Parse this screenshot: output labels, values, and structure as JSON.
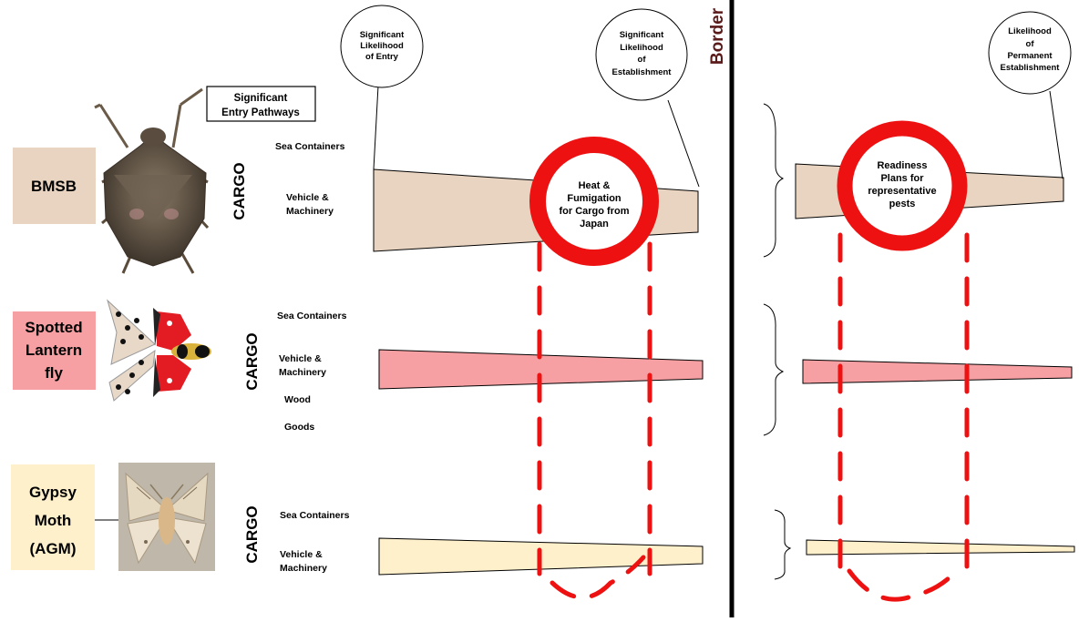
{
  "border_label": "Border",
  "bubbles": {
    "entry": [
      "Significant",
      "Likelihood",
      "of Entry"
    ],
    "establishment": [
      "Significant",
      "Likelihood",
      "of",
      "Establishment"
    ],
    "permanent": [
      "Likelihood",
      "of",
      "Permanent",
      "Establishment"
    ]
  },
  "entry_pathways_box": [
    "Significant",
    "Entry Pathways"
  ],
  "measures": {
    "heat_fumigation": [
      "Heat &",
      "Fumigation",
      "for Cargo from",
      "Japan"
    ],
    "readiness_plans": [
      "Readiness",
      "Plans for",
      "representative",
      "pests"
    ]
  },
  "cargo_label": "CARGO",
  "pests": [
    {
      "id": "bmsb",
      "name_lines": [
        "BMSB"
      ],
      "image": "brown-marmorated-stink-bug",
      "color": "#e8d4c0",
      "pathways": [
        "Sea Containers",
        "Vehicle &\nMachinery"
      ]
    },
    {
      "id": "slf",
      "name_lines": [
        "Spotted",
        "Lantern",
        "fly"
      ],
      "image": "spotted-lanternfly",
      "color": "#f7a0a3",
      "pathways": [
        "Sea Containers",
        "Vehicle &\nMachinery",
        "Wood",
        "Goods"
      ]
    },
    {
      "id": "agm",
      "name_lines": [
        "Gypsy",
        "Moth",
        "(AGM)"
      ],
      "image": "asian-gypsy-moth",
      "color": "#fff0cc",
      "pathways": [
        "Sea Containers",
        "Vehicle &\nMachinery"
      ]
    }
  ],
  "colors": {
    "highlight_red": "#ee1111",
    "border_line": "#000000",
    "border_text": "#5a1a1a"
  }
}
